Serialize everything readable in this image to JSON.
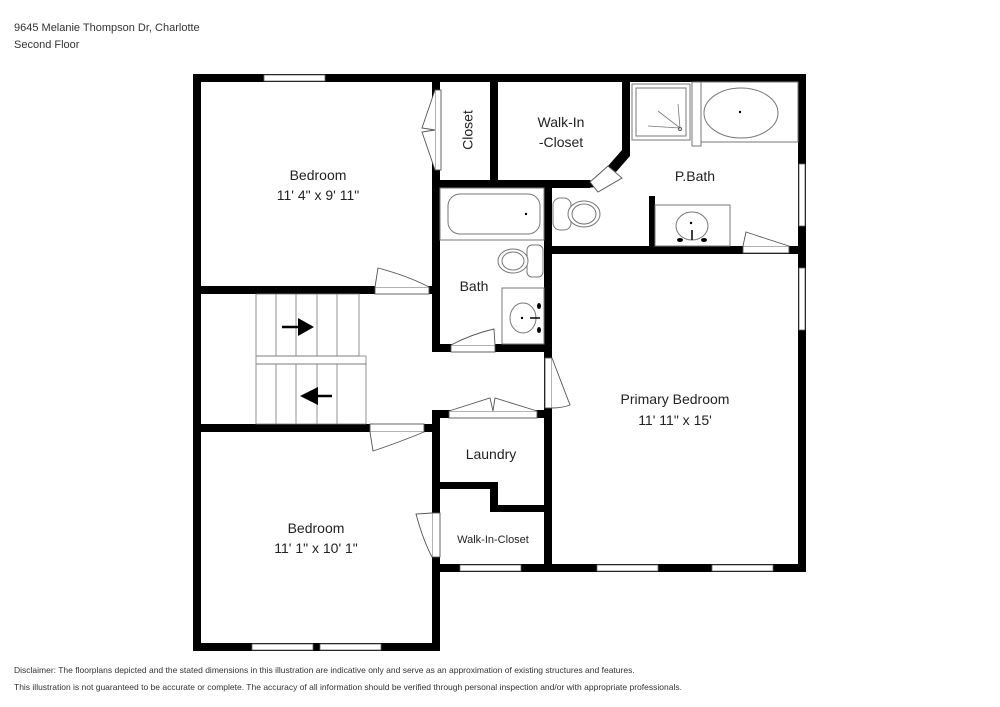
{
  "header": {
    "address": "9645 Melanie Thompson Dr, Charlotte",
    "floor": "Second Floor"
  },
  "rooms": [
    {
      "name": "Bedroom",
      "dimensions": "11' 4\" x 9' 11\""
    },
    {
      "name": "Closet",
      "dimensions": ""
    },
    {
      "name": "Walk-In",
      "name2": "-Closet"
    },
    {
      "name": "P.Bath"
    },
    {
      "name": "Bath"
    },
    {
      "name": "Primary Bedroom",
      "dimensions": "11' 11\" x 15'"
    },
    {
      "name": "Laundry"
    },
    {
      "name": "Bedroom",
      "dimensions": "11' 1\" x 10' 1\""
    },
    {
      "name": "Walk-In-Closet"
    }
  ],
  "footer": {
    "disclaimer_line1": "Disclaimer: The floorplans depicted and the stated dimensions in this illustration are indicative only and serve as an approximation of existing structures and features.",
    "disclaimer_line2": "This illustration is not guaranteed to be accurate or complete. The accuracy of all information should be verified through personal inspection and/or with appropriate professionals."
  }
}
